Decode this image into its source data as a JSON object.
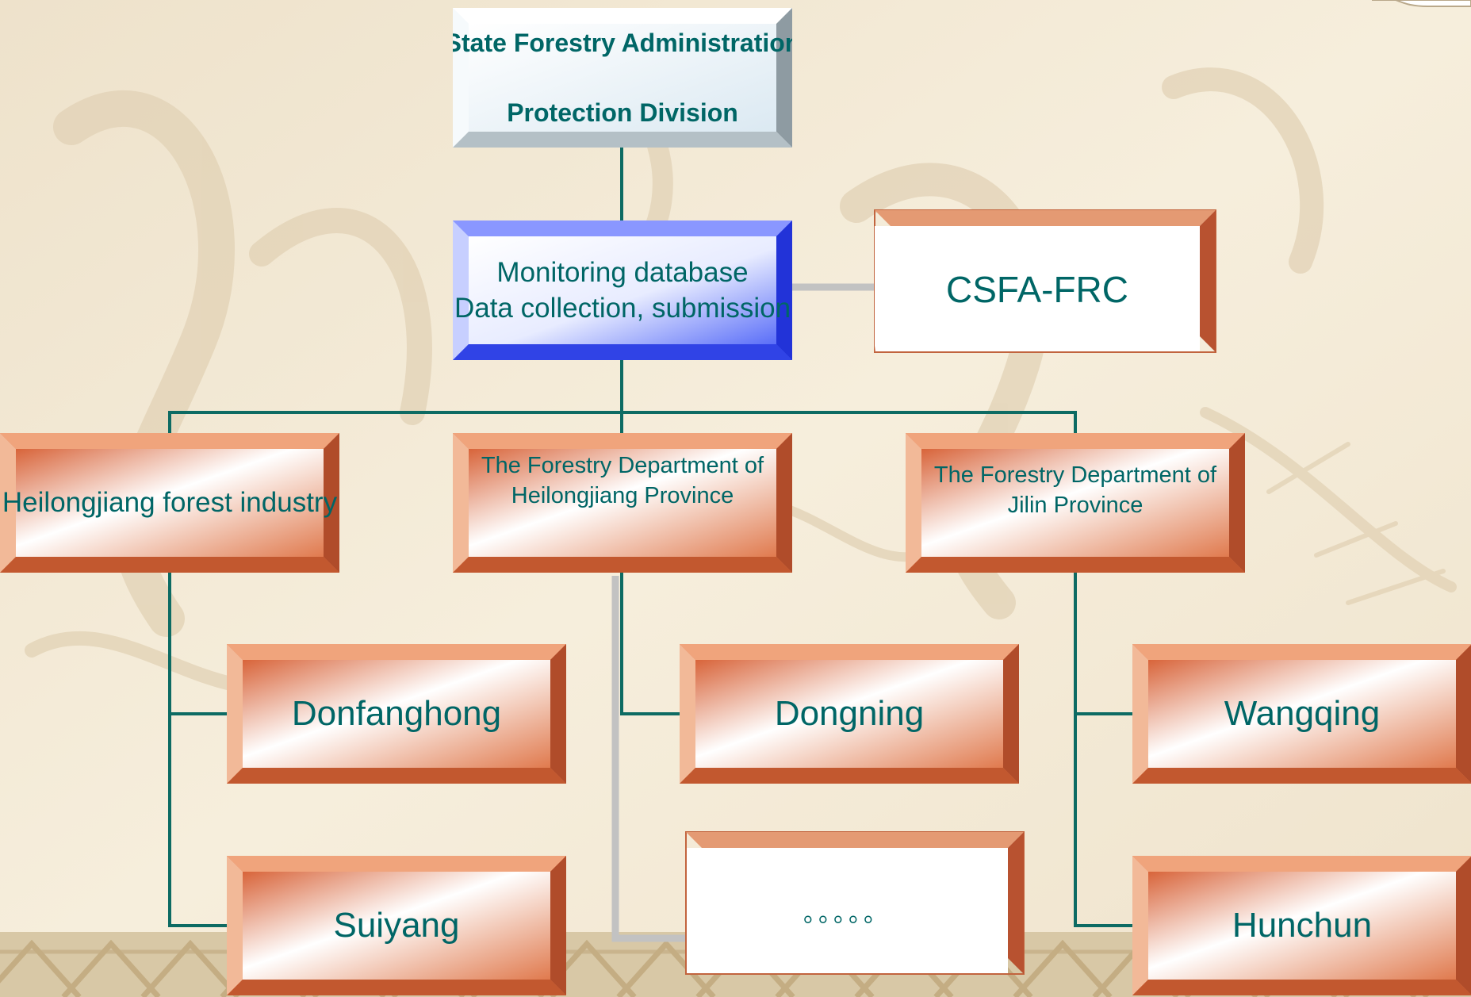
{
  "diagram": {
    "root": {
      "line1": "State Forestry Administration",
      "line2": "Protection Division"
    },
    "database": {
      "line1": "Monitoring database",
      "line2": "Data collection, submission"
    },
    "partner": {
      "label": "CSFA-FRC"
    },
    "departments": [
      {
        "line1": "Heilongjiang forest industry"
      },
      {
        "line1": "The Forestry Department of",
        "line2": "Heilongjiang Province"
      },
      {
        "line1": "The Forestry Department of",
        "line2": "Jilin Province"
      }
    ],
    "sites": [
      {
        "label": "Donfanghong"
      },
      {
        "label": "Suiyang"
      },
      {
        "label": "Dongning"
      },
      {
        "label": "。。。。。"
      },
      {
        "label": "Wangqing"
      },
      {
        "label": "Hunchun"
      }
    ]
  },
  "colors": {
    "text": "#006666",
    "connector": "#0d6b63",
    "connector_gray": "#c2c2c2",
    "root_fill": "#ffffff",
    "database_fill": "#4a5ef5",
    "site_fill": "#e07a4e"
  }
}
